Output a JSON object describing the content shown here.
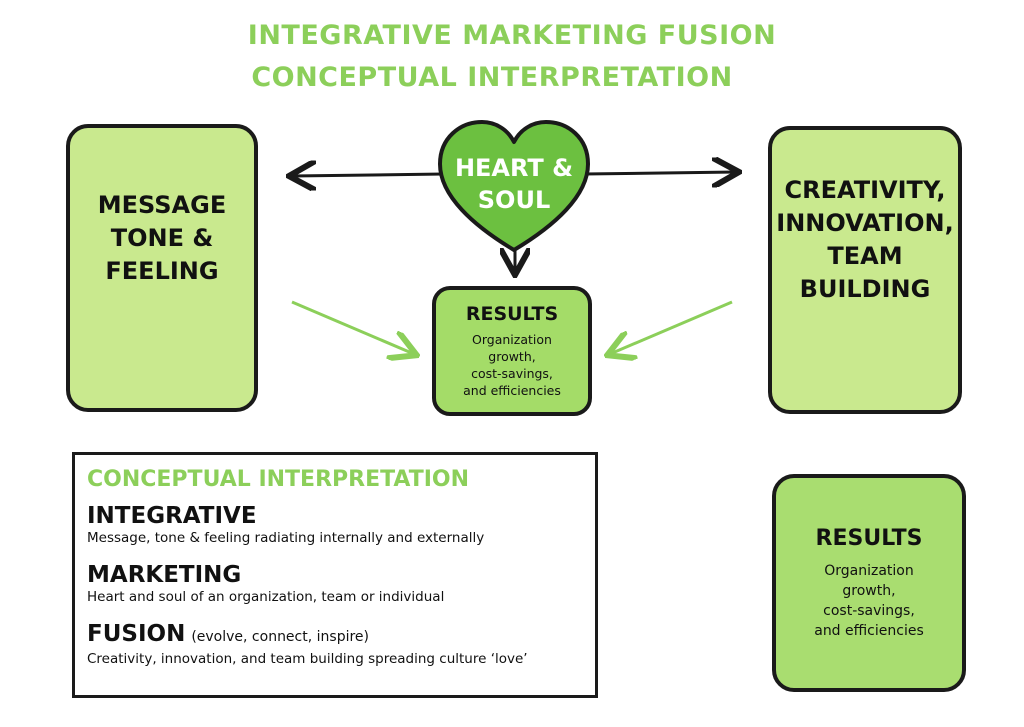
{
  "title": {
    "line1": "INTEGRATIVE MARKETING FUSION",
    "line2": "CONCEPTUAL INTERPRETATION"
  },
  "left_card": {
    "label": "MESSAGE\nTONE &\nFEELING"
  },
  "right_card": {
    "label": "CREATIVITY,\nINNOVATION,\nTEAM\nBUILDING"
  },
  "heart": {
    "label": "HEART &\nSOUL"
  },
  "center_results": {
    "title": "RESULTS",
    "body": "Organization\ngrowth,\ncost-savings,\nand efficiencies"
  },
  "corner_results": {
    "title": "RESULTS",
    "body": "Organization\ngrowth,\ncost-savings,\nand efficiencies"
  },
  "concept": {
    "title": "CONCEPTUAL INTERPRETATION",
    "items": [
      {
        "term": "INTEGRATIVE",
        "note": "",
        "desc": "Message, tone & feeling radiating internally and externally"
      },
      {
        "term": "MARKETING",
        "note": "",
        "desc": "Heart and soul of an organization, team or individual"
      },
      {
        "term": "FUSION",
        "note": "(evolve, connect, inspire)",
        "desc": "Creativity, innovation, and team building spreading culture ‘love’"
      }
    ]
  },
  "colors": {
    "light_green": "#c9e98e",
    "mid_green": "#a4dc68",
    "heart_green": "#6cc040",
    "title_green": "#8ccf5a",
    "outline": "#1a1a1a"
  }
}
